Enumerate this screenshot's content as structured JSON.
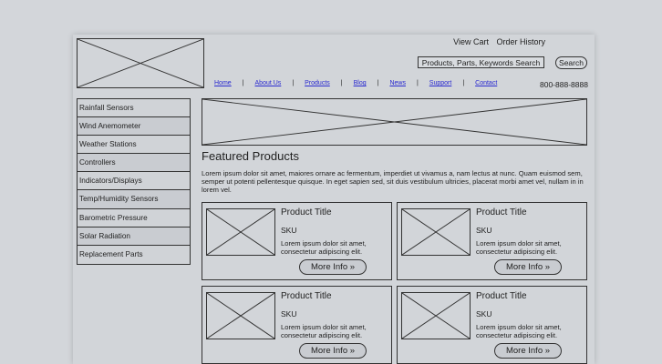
{
  "header": {
    "top_links": [
      "View Cart",
      "Order History"
    ],
    "search": {
      "placeholder": "Products, Parts, Keywords Search",
      "button": "Search"
    },
    "nav": [
      "Home",
      "About Us",
      "Products",
      "Blog",
      "News",
      "Support",
      "Contact"
    ],
    "nav_separator": "|",
    "phone": "800-888-8888"
  },
  "sidebar": {
    "items": [
      "Rainfall Sensors",
      "Wind Anemometer",
      "Weather Stations",
      "Controllers",
      "Indicators/Displays",
      "Temp/Humidity Sensors",
      "Barometric Pressure",
      "Solar Radiation",
      "Replacement Parts"
    ]
  },
  "main": {
    "title": "Featured Products",
    "intro": "Lorem ipsum dolor sit amet, maiores ornare ac fermentum, imperdiet ut vivamus a, nam lectus at nunc. Quam euismod sem, semper ut potenti pellentesque quisque. In eget sapien sed, sit duis vestibulum ultricies, placerat morbi amet vel, nullam in in lorem vel.",
    "products": [
      {
        "title": "Product Title",
        "sku": "SKU",
        "desc": "Lorem ipsum dolor sit amet, consectetur adipiscing elit.",
        "button": "More Info »"
      },
      {
        "title": "Product Title",
        "sku": "SKU",
        "desc": "Lorem ipsum dolor sit amet, consectetur adipiscing elit.",
        "button": "More Info »"
      },
      {
        "title": "Product Title",
        "sku": "SKU",
        "desc": "Lorem ipsum dolor sit amet, consectetur adipiscing elit.",
        "button": "More Info »"
      },
      {
        "title": "Product Title",
        "sku": "SKU",
        "desc": "Lorem ipsum dolor sit amet, consectetur adipiscing elit.",
        "button": "More Info »"
      }
    ]
  }
}
